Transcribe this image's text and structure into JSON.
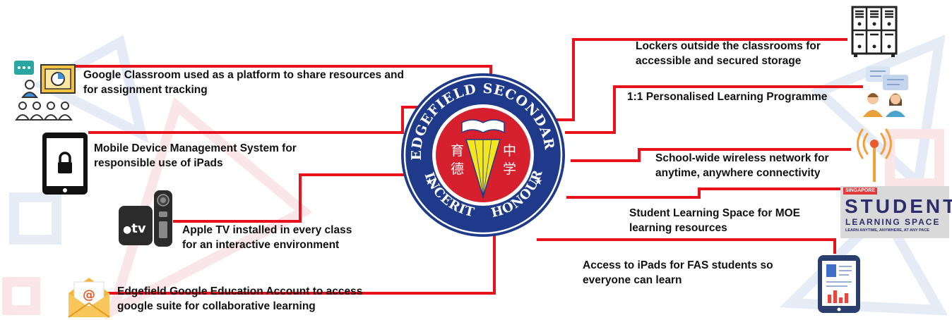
{
  "emblem": {
    "top_text": "EDGEFIELD SECONDARY",
    "bottom_left": "SINCERITY",
    "bottom_right": "HONOUR",
    "chinese_left": [
      "育",
      "德"
    ],
    "chinese_right": [
      "中",
      "学"
    ],
    "colors": {
      "navy": "#1f3a8a",
      "red": "#d7202e",
      "yellow": "#f4e61e"
    }
  },
  "items": [
    {
      "id": "google-classroom",
      "lines": [
        "Google Classroom used as a platform to share resources and",
        "for assignment tracking"
      ],
      "icon": "classroom-presentation-icon"
    },
    {
      "id": "mdm",
      "lines": [
        "Mobile Device Management System for",
        "responsible use of iPads"
      ],
      "icon": "tablet-lock-icon"
    },
    {
      "id": "apple-tv",
      "lines": [
        "Apple TV installed in every class",
        "for an interactive environment"
      ],
      "icon": "apple-tv-icon",
      "icon_text": "tv"
    },
    {
      "id": "google-account",
      "lines": [
        "Edgefield Google Education Account to access",
        "google suite for collaborative learning"
      ],
      "icon": "email-envelope-icon",
      "icon_text": "@"
    },
    {
      "id": "lockers",
      "lines": [
        "Lockers outside the classrooms for",
        "accessible and secured storage"
      ],
      "icon": "lockers-icon"
    },
    {
      "id": "pl-programme",
      "lines": [
        "1:1 Personalised Learning Programme"
      ],
      "icon": "people-chat-icon"
    },
    {
      "id": "wireless",
      "lines": [
        "School-wide wireless network for",
        "anytime, anywhere connectivity"
      ],
      "icon": "wireless-antenna-icon"
    },
    {
      "id": "sls",
      "lines": [
        "Student Learning Space for MOE",
        "learning resources"
      ],
      "icon": "sls-logo"
    },
    {
      "id": "fas-ipads",
      "lines": [
        "Access to iPads for FAS students so",
        "everyone can learn"
      ],
      "icon": "tablet-chart-icon"
    }
  ],
  "sls_logo": {
    "tag": "SINGAPORE",
    "title": "STUDENT",
    "subtitle": "LEARNING SPACE",
    "tagline": "LEARN ANYTIME, ANYWHERE, AT ANY PACE"
  },
  "connector_color": "#e8121c"
}
